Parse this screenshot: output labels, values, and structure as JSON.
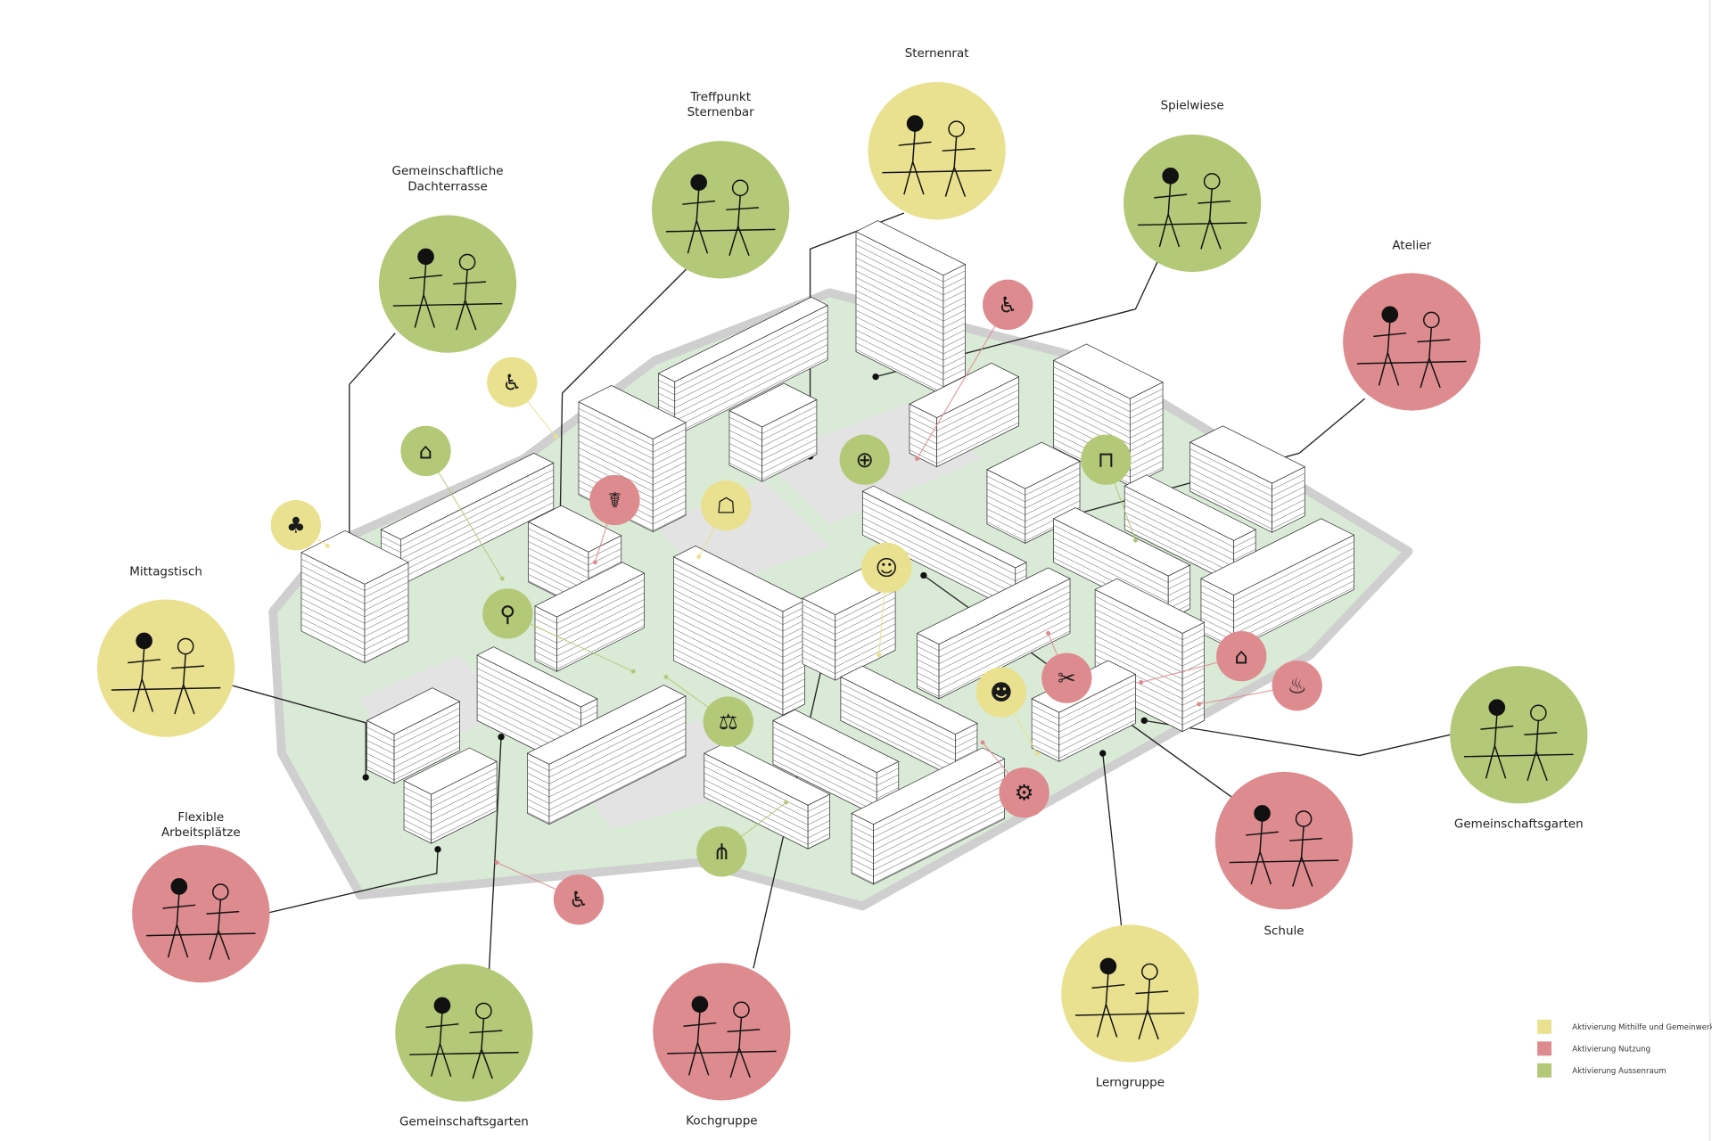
{
  "colors": {
    "mithilfe": "#e9e18f",
    "nutzung": "#de8b8f",
    "aussenraum": "#b3c977",
    "ground": "#d9ebd6",
    "ground_edge": "#cfcfcf",
    "street": "#e3e3e3"
  },
  "places": [
    {
      "label": "Sternenrat",
      "category": "mithilfe"
    },
    {
      "label": "Treffpunkt Sternenbar",
      "category": "aussenraum"
    },
    {
      "label": "Spielwiese",
      "category": "aussenraum"
    },
    {
      "label": "Gemeinschaftliche Dachterrasse",
      "category": "aussenraum"
    },
    {
      "label": "Atelier",
      "category": "nutzung"
    },
    {
      "label": "Mittagstisch",
      "category": "mithilfe"
    },
    {
      "label": "Gemeinschaftsgarten",
      "category": "aussenraum"
    },
    {
      "label": "Flexible Arbeitsplätze",
      "category": "nutzung"
    },
    {
      "label": "Schule",
      "category": "nutzung"
    },
    {
      "label": "Lerngruppe",
      "category": "mithilfe"
    },
    {
      "label": "Kochgruppe",
      "category": "nutzung"
    },
    {
      "label": "Gemeinschaftsgarten",
      "category": "aussenraum"
    }
  ],
  "icons": [
    {
      "icon": "elderly-person-icon",
      "category": "mithilfe",
      "glyph": "♿"
    },
    {
      "icon": "tree-icon",
      "category": "mithilfe",
      "glyph": "♣"
    },
    {
      "icon": "handshake-icon",
      "category": "mithilfe",
      "glyph": "☖"
    },
    {
      "icon": "group-icon",
      "category": "mithilfe",
      "glyph": "☺"
    },
    {
      "icon": "baby-icon",
      "category": "mithilfe",
      "glyph": "☻"
    },
    {
      "icon": "market-stall-icon",
      "category": "aussenraum",
      "glyph": "⌂"
    },
    {
      "icon": "ping-pong-icon",
      "category": "aussenraum",
      "glyph": "⚲"
    },
    {
      "icon": "basketball-icon",
      "category": "aussenraum",
      "glyph": "⊕"
    },
    {
      "icon": "picnic-table-icon",
      "category": "aussenraum",
      "glyph": "⊓"
    },
    {
      "icon": "seesaw-icon",
      "category": "aussenraum",
      "glyph": "⚖"
    },
    {
      "icon": "swing-icon",
      "category": "aussenraum",
      "glyph": "⋔"
    },
    {
      "icon": "walker-icon",
      "category": "nutzung",
      "glyph": "♿"
    },
    {
      "icon": "nurse-icon",
      "category": "nutzung",
      "glyph": "☤"
    },
    {
      "icon": "scissors-comb-icon",
      "category": "nutzung",
      "glyph": "✂"
    },
    {
      "icon": "shop-icon",
      "category": "nutzung",
      "glyph": "⌂"
    },
    {
      "icon": "massage-icon",
      "category": "nutzung",
      "glyph": "♨"
    },
    {
      "icon": "bicycle-repair-icon",
      "category": "nutzung",
      "glyph": "⚙"
    },
    {
      "icon": "walker-icon",
      "category": "nutzung",
      "glyph": "♿"
    }
  ],
  "legend": [
    {
      "label": "Aktivierung Mithilfe und Gemeinwerk",
      "category": "mithilfe"
    },
    {
      "label": "Aktivierung Nutzung",
      "category": "nutzung"
    },
    {
      "label": "Aktivierung Aussenraum",
      "category": "aussenraum"
    }
  ]
}
